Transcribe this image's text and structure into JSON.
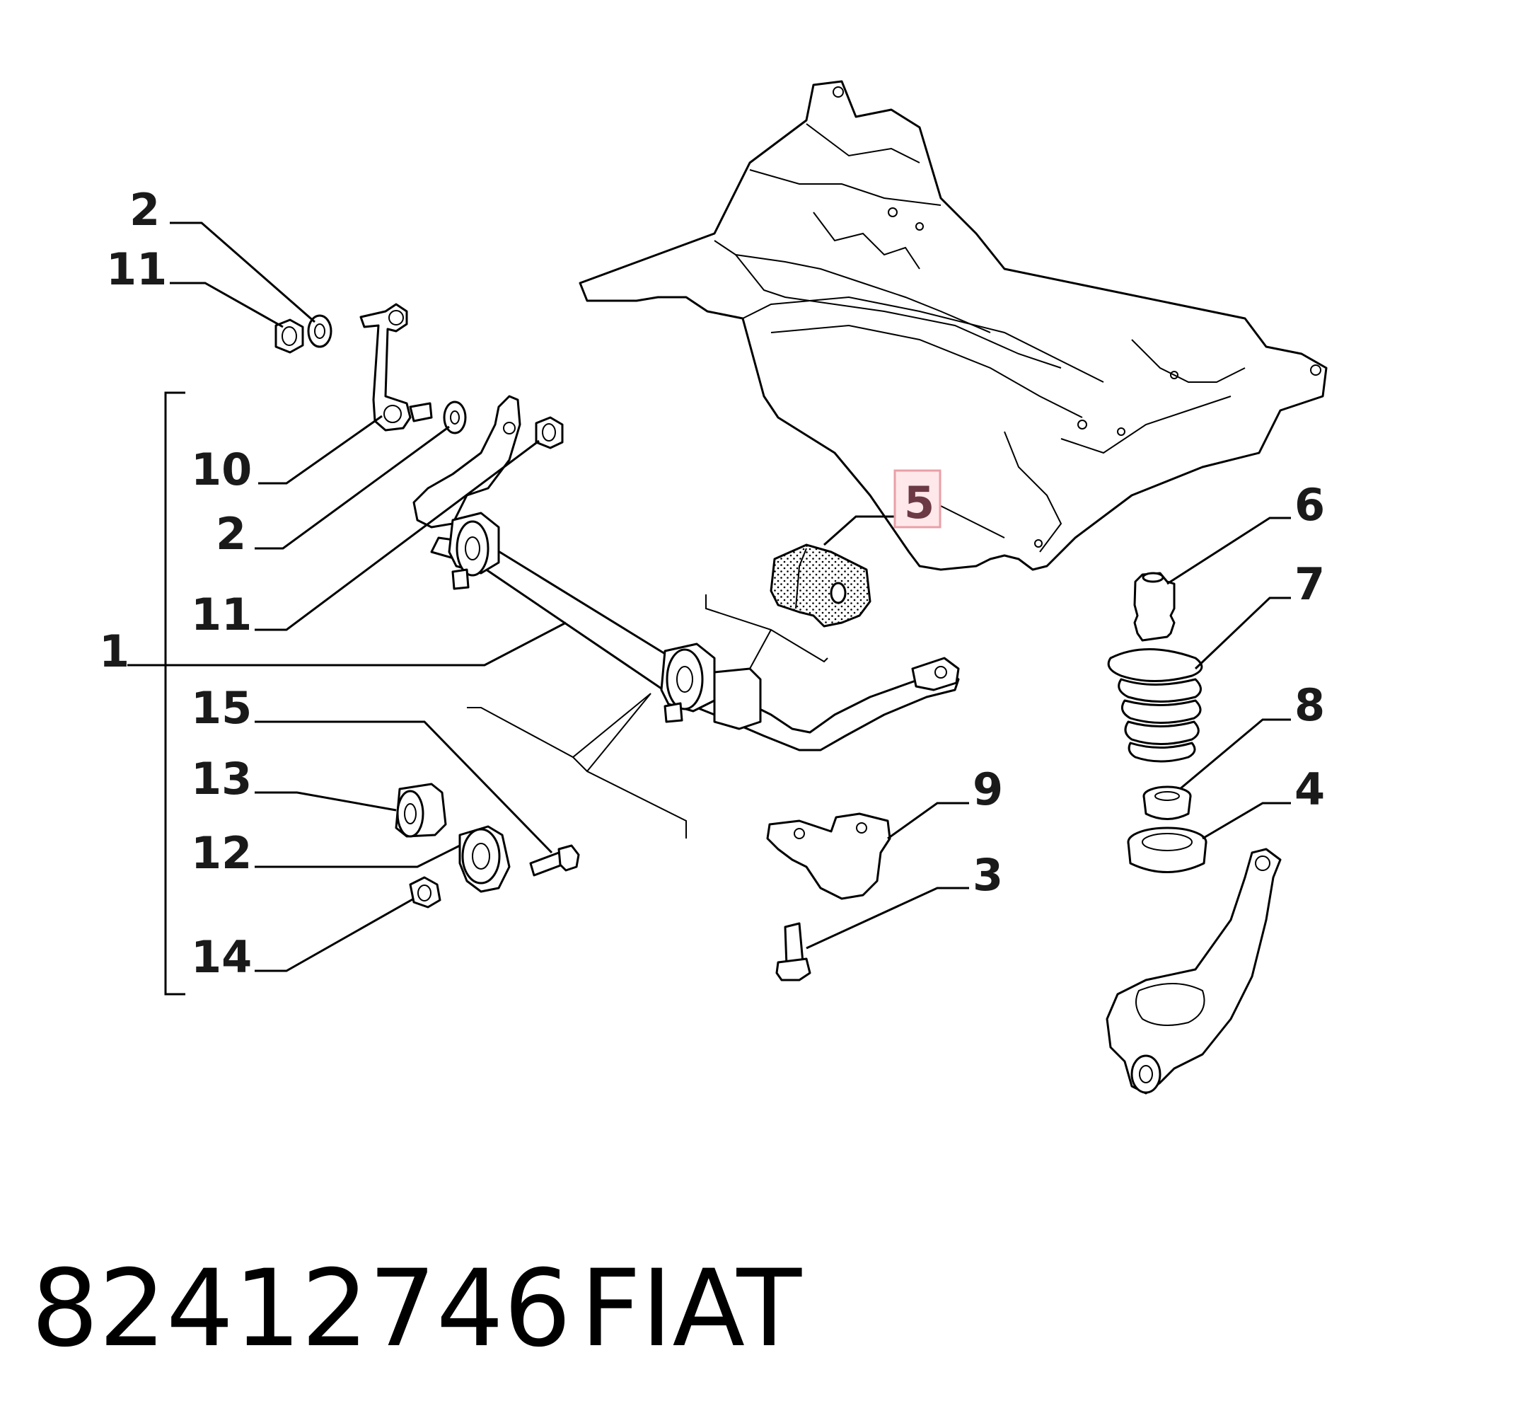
{
  "callouts": {
    "c2_top": "2",
    "c11_top": "11",
    "c10": "10",
    "c2_mid": "2",
    "c11_mid": "11",
    "c1": "1",
    "c15": "15",
    "c13": "13",
    "c12": "12",
    "c14": "14",
    "c5": "5",
    "c6": "6",
    "c7": "7",
    "c8": "8",
    "c9": "9",
    "c3": "3",
    "c4": "4"
  },
  "highlight": {
    "callout": "5",
    "color": "#e8a0a8"
  },
  "footer": {
    "part_number": "82412746",
    "brand": "FIAT"
  }
}
